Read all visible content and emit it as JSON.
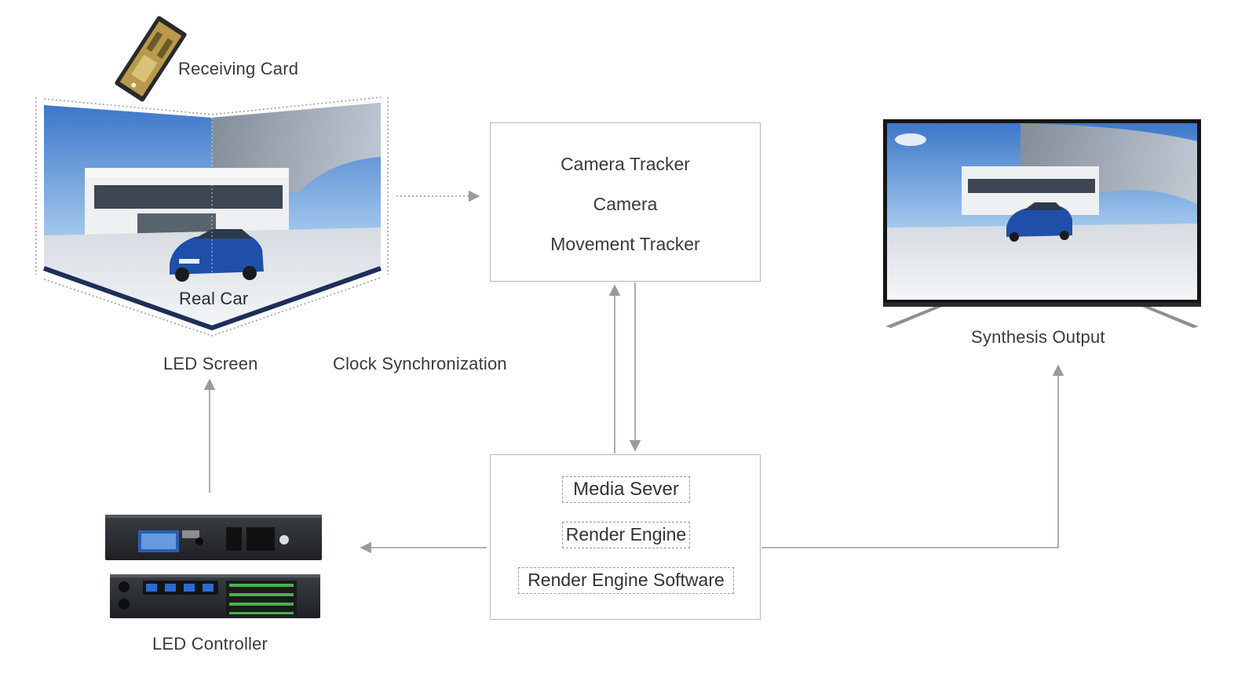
{
  "labels": {
    "receiving_card": "Receiving Card",
    "real_car": "Real Car",
    "led_screen": "LED Screen",
    "clock_sync": "Clock Synchronization",
    "led_controller": "LED Controller",
    "synthesis_output": "Synthesis Output"
  },
  "tracker_box": {
    "line1": "Camera Tracker",
    "line2": "Camera",
    "line3": "Movement Tracker"
  },
  "media_box": {
    "item1": "Media Sever",
    "item2": "Render Engine",
    "item3": "Render Engine Software"
  },
  "colors": {
    "arrow": "#9a9a9a",
    "box_border": "#b8b8b8",
    "text": "#3a3a3a",
    "screen_frame": "#1a1a1a",
    "controller_body": "#2b2e33",
    "card_gold": "#b89a4a"
  },
  "icons": {
    "receiving_card": "circuit-card-icon",
    "led_screen": "curved-led-wall-image",
    "led_controller": "rack-controller-icon",
    "tv": "tv-monitor-icon"
  }
}
